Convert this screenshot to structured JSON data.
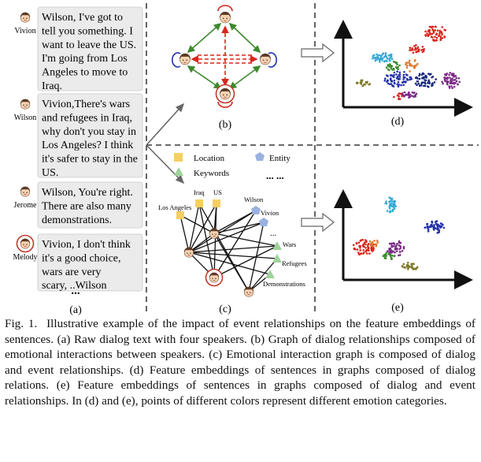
{
  "dialog": {
    "turns": [
      {
        "speaker": "Vivion",
        "text": [
          "Wilson, I've got to",
          "tell you something. I",
          "want to leave the US.",
          "I'm going from Los",
          "Angeles to move to",
          "Iraq."
        ]
      },
      {
        "speaker": "Wilson",
        "text": [
          "Vivion,There's wars",
          "and refugees in Iraq,",
          "why don't you stay in",
          "Los Angeles? I think",
          "it's safer to stay in the",
          "US."
        ]
      },
      {
        "speaker": "Jerome",
        "text": [
          "Wilson, You're right.",
          "There are also many",
          "demonstrations."
        ]
      },
      {
        "speaker": "Melody",
        "text": [
          "Vivion, I don't think",
          "it's a good choice,",
          "wars are very",
          "scary, ..Wilson"
        ]
      }
    ],
    "ellipsis": "...",
    "label": "(a)"
  },
  "panel_b": {
    "label": "(b)"
  },
  "panel_c": {
    "label": "(c)",
    "legend": {
      "location": "Location",
      "entity": "Entity",
      "keywords": "Keywords",
      "more": "... ..."
    },
    "nodes": {
      "los_angeles": "Los Angeles",
      "iraq": "Iraq",
      "us": "US",
      "wilson": "Wilson",
      "vivion": "Vivion",
      "wars": "Wars",
      "refugees": "Refugees",
      "demonstrations": "Demonstrations",
      "dots": "..."
    }
  },
  "panel_d": {
    "label": "(d)"
  },
  "panel_e": {
    "label": "(e)"
  },
  "colors": {
    "red": "#d8261c",
    "green": "#3d8a2d",
    "purple": "#7b2a86",
    "blue": "#2433a8",
    "cyan": "#35a9d6",
    "olive": "#7f7a2a",
    "orange": "#e27a2d",
    "navy": "#1c2a7c",
    "loc": "#f6cf63",
    "entity": "#9ab2e0",
    "keyword": "#9ed39a",
    "box": "#ebebeb"
  },
  "caption": {
    "label": "Fig. 1.",
    "text": "Illustrative example of the impact of event relationships on the feature embeddings of sentences. (a) Raw dialog text with four speakers. (b) Graph of dialog relationships composed of emotional interactions between speakers. (c) Emotional interaction graph is composed of dialog and event relationships. (d) Feature embeddings of sentences in graphs composed of dialog relations. (e) Feature embeddings of sentences in graphs composed of dialog and event relationships. In (d) and (e), points of different colors represent different emotion categories."
  }
}
